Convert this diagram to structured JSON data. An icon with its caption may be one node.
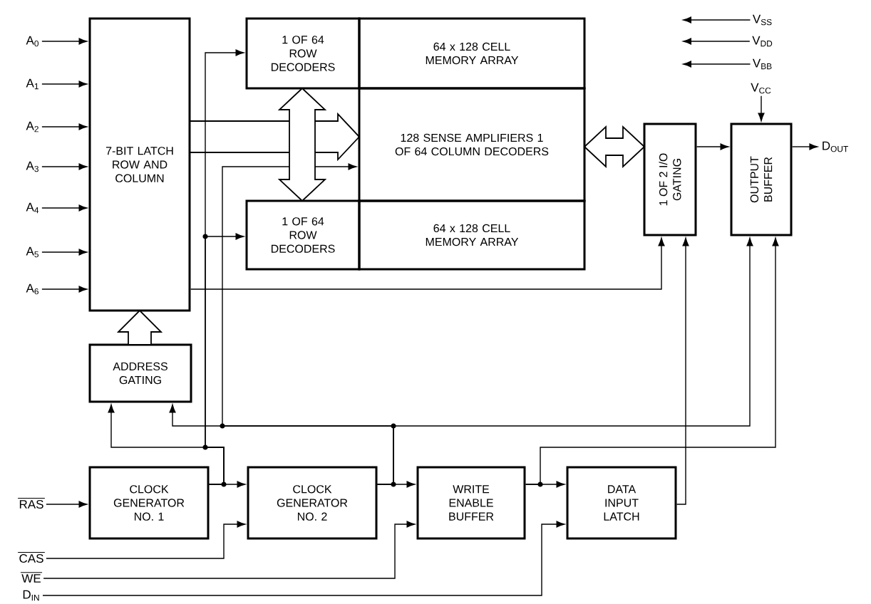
{
  "diagram": {
    "nodes": [
      {
        "text": [
          "7-BIT LATCH ROW AND COLUMN"
        ]
      },
      {
        "text": [
          "1 OF 64 ROW DECODERS"
        ]
      },
      {
        "text": [
          "64 x 128 CELL MEMORY ARRAY"
        ]
      },
      {
        "text": [
          "128 SENSE AMPLIFIERS 1 OF 64 COLUMN DECODERS"
        ]
      },
      {
        "text": [
          "1 OF 64 ROW DECODERS"
        ]
      },
      {
        "text": [
          "64 x 128 CELL MEMORY ARRAY"
        ]
      },
      {
        "text": [
          "1 OF 2 I/O GATING"
        ]
      },
      {
        "text": [
          "OUTPUT BUFFER"
        ]
      },
      {
        "text": [
          "ADDRESS GATING"
        ]
      },
      {
        "text": [
          "CLOCK GENERATOR NO. 1"
        ]
      },
      {
        "text": [
          "CLOCK GENERATOR NO. 2"
        ]
      },
      {
        "text": [
          "WRITE ENABLE BUFFER"
        ]
      },
      {
        "text": [
          "DATA INPUT LATCH"
        ]
      },
      {
        "text": [
          "A$_{0}$"
        ]
      },
      {
        "text": [
          "A$_{1}$"
        ]
      },
      {
        "text": [
          "A$_{2}$"
        ]
      },
      {
        "text": [
          "A$_{3}$"
        ]
      },
      {
        "text": [
          "A$_{4}$"
        ]
      },
      {
        "text": [
          "A$_{5}$"
        ]
      },
      {
        "text": [
          "A$_{6}$"
        ]
      },
      {
        "text": [
          "RAS"
        ]
      },
      {
        "text": [
          "CAS"
        ]
      },
      {
        "text": [
          "WE"
        ]
      },
      {
        "text": [
          "D$_{IN}$"
        ]
      },
      {
        "text": [
          "V$_{SS}$"
        ]
      },
      {
        "text": [
          "V$_{DD}$"
        ]
      },
      {
        "text": [
          "V$_{BB}$"
        ]
      },
      {
        "text": [
          "V$_{CC}$"
        ]
      },
      {
        "text": [
          "D$_{OUT}$"
        ]
      }
    ],
    "edges": [
      {
        "from": 13,
        "to": 0,
        "arrow": "to"
      },
      {
        "from": 14,
        "to": 0,
        "arrow": "to"
      },
      {
        "from": 15,
        "to": 0,
        "arrow": "to"
      },
      {
        "from": 16,
        "to": 0,
        "arrow": "to"
      },
      {
        "from": 17,
        "to": 0,
        "arrow": "to"
      },
      {
        "from": 18,
        "to": 0,
        "arrow": "to"
      },
      {
        "from": 19,
        "to": 0,
        "arrow": "to"
      },
      {
        "from": 20,
        "to": 9,
        "arrow": "to"
      },
      {
        "from": 21,
        "to": 10,
        "arrow": "to"
      },
      {
        "from": 22,
        "to": 11,
        "arrow": "to"
      },
      {
        "from": 23,
        "to": 12,
        "arrow": "to"
      },
      {
        "from": 24,
        "to": null,
        "arrow": "to"
      },
      {
        "from": 25,
        "to": null,
        "arrow": "to"
      },
      {
        "from": 26,
        "to": null,
        "arrow": "to"
      },
      {
        "from": 27,
        "to": 7,
        "arrow": "to"
      },
      {
        "from": 7,
        "to": 28,
        "arrow": "to"
      },
      {
        "from": 6,
        "to": 7,
        "arrow": "to"
      },
      {
        "from": 3,
        "to": 6,
        "arrow": "both",
        "style": "thick"
      },
      {
        "from": 1,
        "to": 4,
        "arrow": "both",
        "style": "thick"
      },
      {
        "from": 0,
        "to": 3,
        "arrow": "to",
        "style": "thick"
      },
      {
        "from": 8,
        "to": 0,
        "arrow": "to",
        "style": "thick"
      },
      {
        "from": 0,
        "to": 6,
        "arrow": "to"
      },
      {
        "from": 9,
        "to": 10,
        "arrow": "to"
      },
      {
        "from": 9,
        "to": 8,
        "arrow": "to"
      },
      {
        "from": 9,
        "to": 1,
        "arrow": "to"
      },
      {
        "from": 9,
        "to": 4,
        "arrow": "to"
      },
      {
        "from": 10,
        "to": 11,
        "arrow": "to"
      },
      {
        "from": 10,
        "to": 8,
        "arrow": "to"
      },
      {
        "from": 10,
        "to": 3,
        "arrow": "to"
      },
      {
        "from": 10,
        "to": 7,
        "arrow": "to"
      },
      {
        "from": 11,
        "to": 12,
        "arrow": "to"
      },
      {
        "from": 11,
        "to": 7,
        "arrow": "to"
      },
      {
        "from": 12,
        "to": 6,
        "arrow": "to"
      }
    ]
  }
}
